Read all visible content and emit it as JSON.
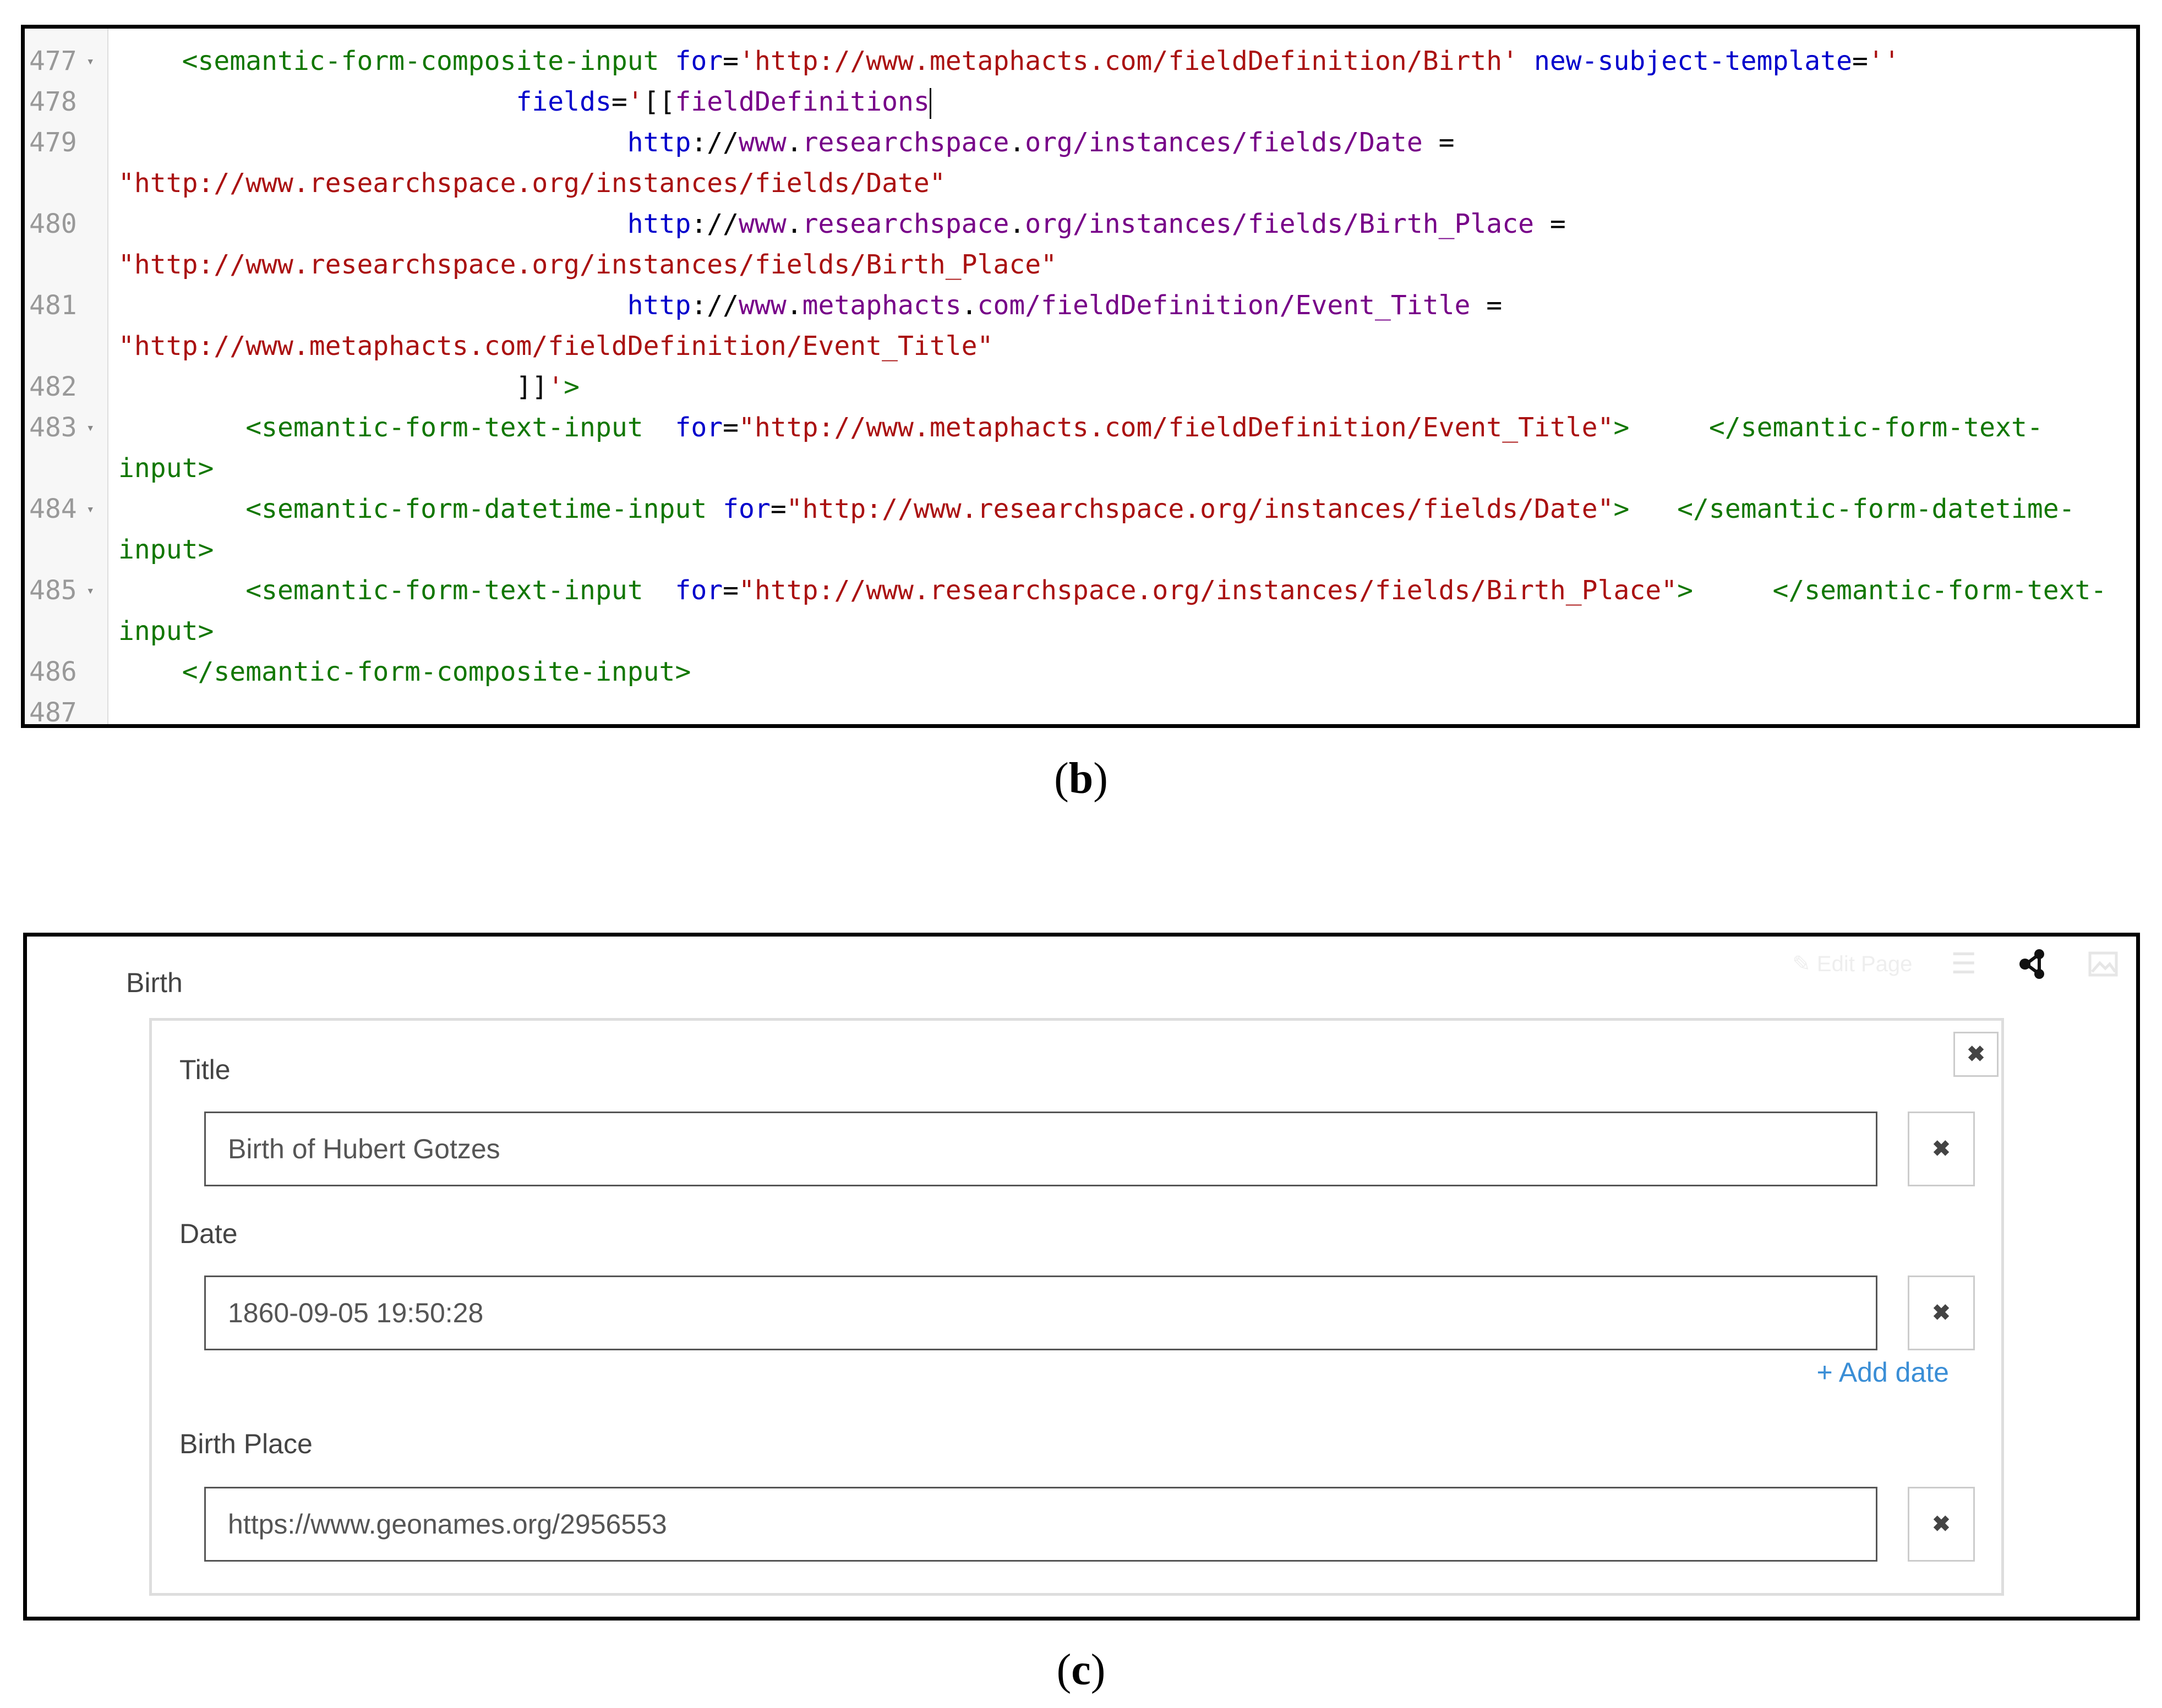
{
  "code_panel": {
    "lines": [
      {
        "num": "477",
        "fold": "▾",
        "indent": "    ",
        "segs": [
          {
            "c": "tag",
            "t": "<semantic-form-composite-input"
          },
          {
            "c": "plain",
            "t": " "
          },
          {
            "c": "attr",
            "t": "for"
          },
          {
            "c": "plain",
            "t": "="
          },
          {
            "c": "str",
            "t": "'http://www.metaphacts.com/fieldDefinition/Birth'"
          },
          {
            "c": "plain",
            "t": " "
          },
          {
            "c": "attr",
            "t": "new-subject-template"
          },
          {
            "c": "plain",
            "t": "="
          },
          {
            "c": "str",
            "t": "''"
          }
        ]
      },
      {
        "num": "478",
        "fold": "",
        "indent": "                         ",
        "segs": [
          {
            "c": "attr",
            "t": "fields"
          },
          {
            "c": "plain",
            "t": "="
          },
          {
            "c": "str",
            "t": "'"
          },
          {
            "c": "plain",
            "t": "[["
          },
          {
            "c": "def",
            "t": "fieldDefinitions"
          },
          {
            "c": "cursor",
            "t": ""
          }
        ]
      },
      {
        "num": "479",
        "fold": "",
        "indent": "                                ",
        "segs": [
          {
            "c": "attr",
            "t": "http"
          },
          {
            "c": "plain",
            "t": "://"
          },
          {
            "c": "def",
            "t": "www"
          },
          {
            "c": "plain",
            "t": "."
          },
          {
            "c": "def",
            "t": "researchspace"
          },
          {
            "c": "plain",
            "t": "."
          },
          {
            "c": "def",
            "t": "org/instances/fields/Date"
          },
          {
            "c": "plain",
            "t": " ="
          }
        ]
      },
      {
        "num": "",
        "fold": "",
        "indent": "",
        "segs": [
          {
            "c": "str",
            "t": "\"http://www.researchspace.org/instances/fields/Date\""
          }
        ]
      },
      {
        "num": "480",
        "fold": "",
        "indent": "                                ",
        "segs": [
          {
            "c": "attr",
            "t": "http"
          },
          {
            "c": "plain",
            "t": "://"
          },
          {
            "c": "def",
            "t": "www"
          },
          {
            "c": "plain",
            "t": "."
          },
          {
            "c": "def",
            "t": "researchspace"
          },
          {
            "c": "plain",
            "t": "."
          },
          {
            "c": "def",
            "t": "org/instances/fields/Birth_Place"
          },
          {
            "c": "plain",
            "t": " ="
          }
        ]
      },
      {
        "num": "",
        "fold": "",
        "indent": "",
        "segs": [
          {
            "c": "str",
            "t": "\"http://www.researchspace.org/instances/fields/Birth_Place\""
          }
        ]
      },
      {
        "num": "481",
        "fold": "",
        "indent": "                                ",
        "segs": [
          {
            "c": "attr",
            "t": "http"
          },
          {
            "c": "plain",
            "t": "://"
          },
          {
            "c": "def",
            "t": "www"
          },
          {
            "c": "plain",
            "t": "."
          },
          {
            "c": "def",
            "t": "metaphacts"
          },
          {
            "c": "plain",
            "t": "."
          },
          {
            "c": "def",
            "t": "com/fieldDefinition/Event_Title"
          },
          {
            "c": "plain",
            "t": " ="
          }
        ]
      },
      {
        "num": "",
        "fold": "",
        "indent": "",
        "segs": [
          {
            "c": "str",
            "t": "\"http://www.metaphacts.com/fieldDefinition/Event_Title\""
          }
        ]
      },
      {
        "num": "482",
        "fold": "",
        "indent": "                         ",
        "segs": [
          {
            "c": "plain",
            "t": "]]"
          },
          {
            "c": "str",
            "t": "'"
          },
          {
            "c": "tag",
            "t": ">"
          }
        ]
      },
      {
        "num": "483",
        "fold": "▾",
        "indent": "        ",
        "segs": [
          {
            "c": "tag",
            "t": "<semantic-form-text-input"
          },
          {
            "c": "plain",
            "t": "  "
          },
          {
            "c": "attr",
            "t": "for"
          },
          {
            "c": "plain",
            "t": "="
          },
          {
            "c": "str",
            "t": "\"http://www.metaphacts.com/fieldDefinition/Event_Title\""
          },
          {
            "c": "tag",
            "t": ">"
          },
          {
            "c": "plain",
            "t": "     "
          },
          {
            "c": "tag",
            "t": "</semantic-form-text-"
          }
        ]
      },
      {
        "num": "",
        "fold": "",
        "indent": "",
        "segs": [
          {
            "c": "tag",
            "t": "input>"
          }
        ]
      },
      {
        "num": "484",
        "fold": "▾",
        "indent": "        ",
        "segs": [
          {
            "c": "tag",
            "t": "<semantic-form-datetime-input"
          },
          {
            "c": "plain",
            "t": " "
          },
          {
            "c": "attr",
            "t": "for"
          },
          {
            "c": "plain",
            "t": "="
          },
          {
            "c": "str",
            "t": "\"http://www.researchspace.org/instances/fields/Date\""
          },
          {
            "c": "tag",
            "t": ">"
          },
          {
            "c": "plain",
            "t": "   "
          },
          {
            "c": "tag",
            "t": "</semantic-form-datetime-"
          }
        ]
      },
      {
        "num": "",
        "fold": "",
        "indent": "",
        "segs": [
          {
            "c": "tag",
            "t": "input>"
          }
        ]
      },
      {
        "num": "485",
        "fold": "▾",
        "indent": "        ",
        "segs": [
          {
            "c": "tag",
            "t": "<semantic-form-text-input"
          },
          {
            "c": "plain",
            "t": "  "
          },
          {
            "c": "attr",
            "t": "for"
          },
          {
            "c": "plain",
            "t": "="
          },
          {
            "c": "str",
            "t": "\"http://www.researchspace.org/instances/fields/Birth_Place\""
          },
          {
            "c": "tag",
            "t": ">"
          },
          {
            "c": "plain",
            "t": "     "
          },
          {
            "c": "tag",
            "t": "</semantic-form-text-"
          }
        ]
      },
      {
        "num": "",
        "fold": "",
        "indent": "",
        "segs": [
          {
            "c": "tag",
            "t": "input>"
          }
        ]
      },
      {
        "num": "486",
        "fold": "",
        "indent": "    ",
        "segs": [
          {
            "c": "tag",
            "t": "</semantic-form-composite-input>"
          }
        ]
      },
      {
        "num": "487",
        "fold": "",
        "indent": "",
        "segs": []
      }
    ]
  },
  "caption_b": {
    "open": "(",
    "letter": "b",
    "close": ")"
  },
  "form_panel": {
    "title": "Birth",
    "toolbar": {
      "edit_label": "Edit Page",
      "icons": [
        "edit-page-icon",
        "list-icon",
        "share-graph-icon",
        "image-icon"
      ]
    },
    "composite_close": "✖",
    "fields": [
      {
        "label": "Title",
        "value": "Birth of Hubert Gotzes",
        "remove": "✖"
      },
      {
        "label": "Date",
        "value": "1860-09-05 19:50:28",
        "remove": "✖"
      },
      {
        "label": "Birth Place",
        "value": "https://www.geonames.org/2956553",
        "remove": "✖"
      }
    ],
    "add_date": "+ Add date"
  },
  "caption_c": {
    "open": "(",
    "letter": "c",
    "close": ")"
  },
  "colors": {
    "tag": "#117700",
    "attr": "#0000cc",
    "string": "#aa1111",
    "def": "#770088",
    "link": "#3a8ed6"
  }
}
